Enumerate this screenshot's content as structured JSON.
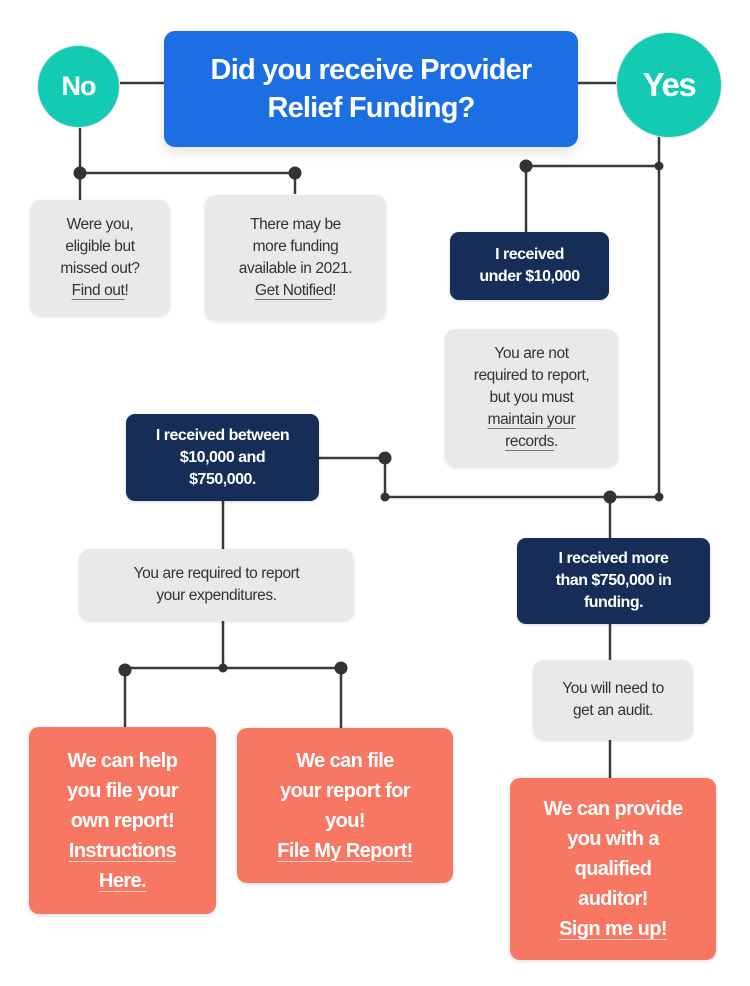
{
  "colors": {
    "title_bg": "#1b6fe2",
    "answer_circle": "#13cbb3",
    "info_box": "#eae8e9",
    "category_box": "#162d57",
    "action_box": "#f77763",
    "connector": "#3a3a3a"
  },
  "title": {
    "line1": "Did you receive Provider",
    "line2": "Relief Funding?"
  },
  "answers": {
    "no": "No",
    "yes": "Yes"
  },
  "no_branch": {
    "eligible_box": {
      "lines": [
        "Were you,",
        "eligible but",
        "missed out?"
      ],
      "link": "Find out",
      "link_suffix": "!"
    },
    "notify_box": {
      "lines": [
        "There may be",
        "more funding",
        "available in 2021."
      ],
      "link": "Get Notified",
      "link_suffix": "!"
    }
  },
  "yes_branch": {
    "under_10k": {
      "label_lines": [
        "I received",
        "under $10,000"
      ],
      "info_lines": [
        "You are not",
        "required to report,",
        "but you must"
      ],
      "info_link_lines": [
        "maintain your",
        "records"
      ],
      "info_link_suffix": "."
    },
    "between": {
      "label_lines": [
        "I received between",
        "$10,000 and",
        "$750,000."
      ],
      "info_lines": [
        "You are required to report",
        "your expenditures."
      ],
      "help_box": {
        "lines": [
          "We can help",
          "you file your",
          "own report!"
        ],
        "link_lines": [
          "Instructions",
          "Here."
        ]
      },
      "file_box": {
        "lines": [
          "We can file",
          "your report for",
          "you!"
        ],
        "link": "File My Report!"
      }
    },
    "over_750k": {
      "label_lines": [
        "I received more",
        "than $750,000 in",
        "funding."
      ],
      "info_lines": [
        "You will need to",
        "get an audit."
      ],
      "auditor_box": {
        "lines": [
          "We can provide",
          "you with a",
          "qualified",
          "auditor!"
        ],
        "link": "Sign me up!"
      }
    }
  }
}
